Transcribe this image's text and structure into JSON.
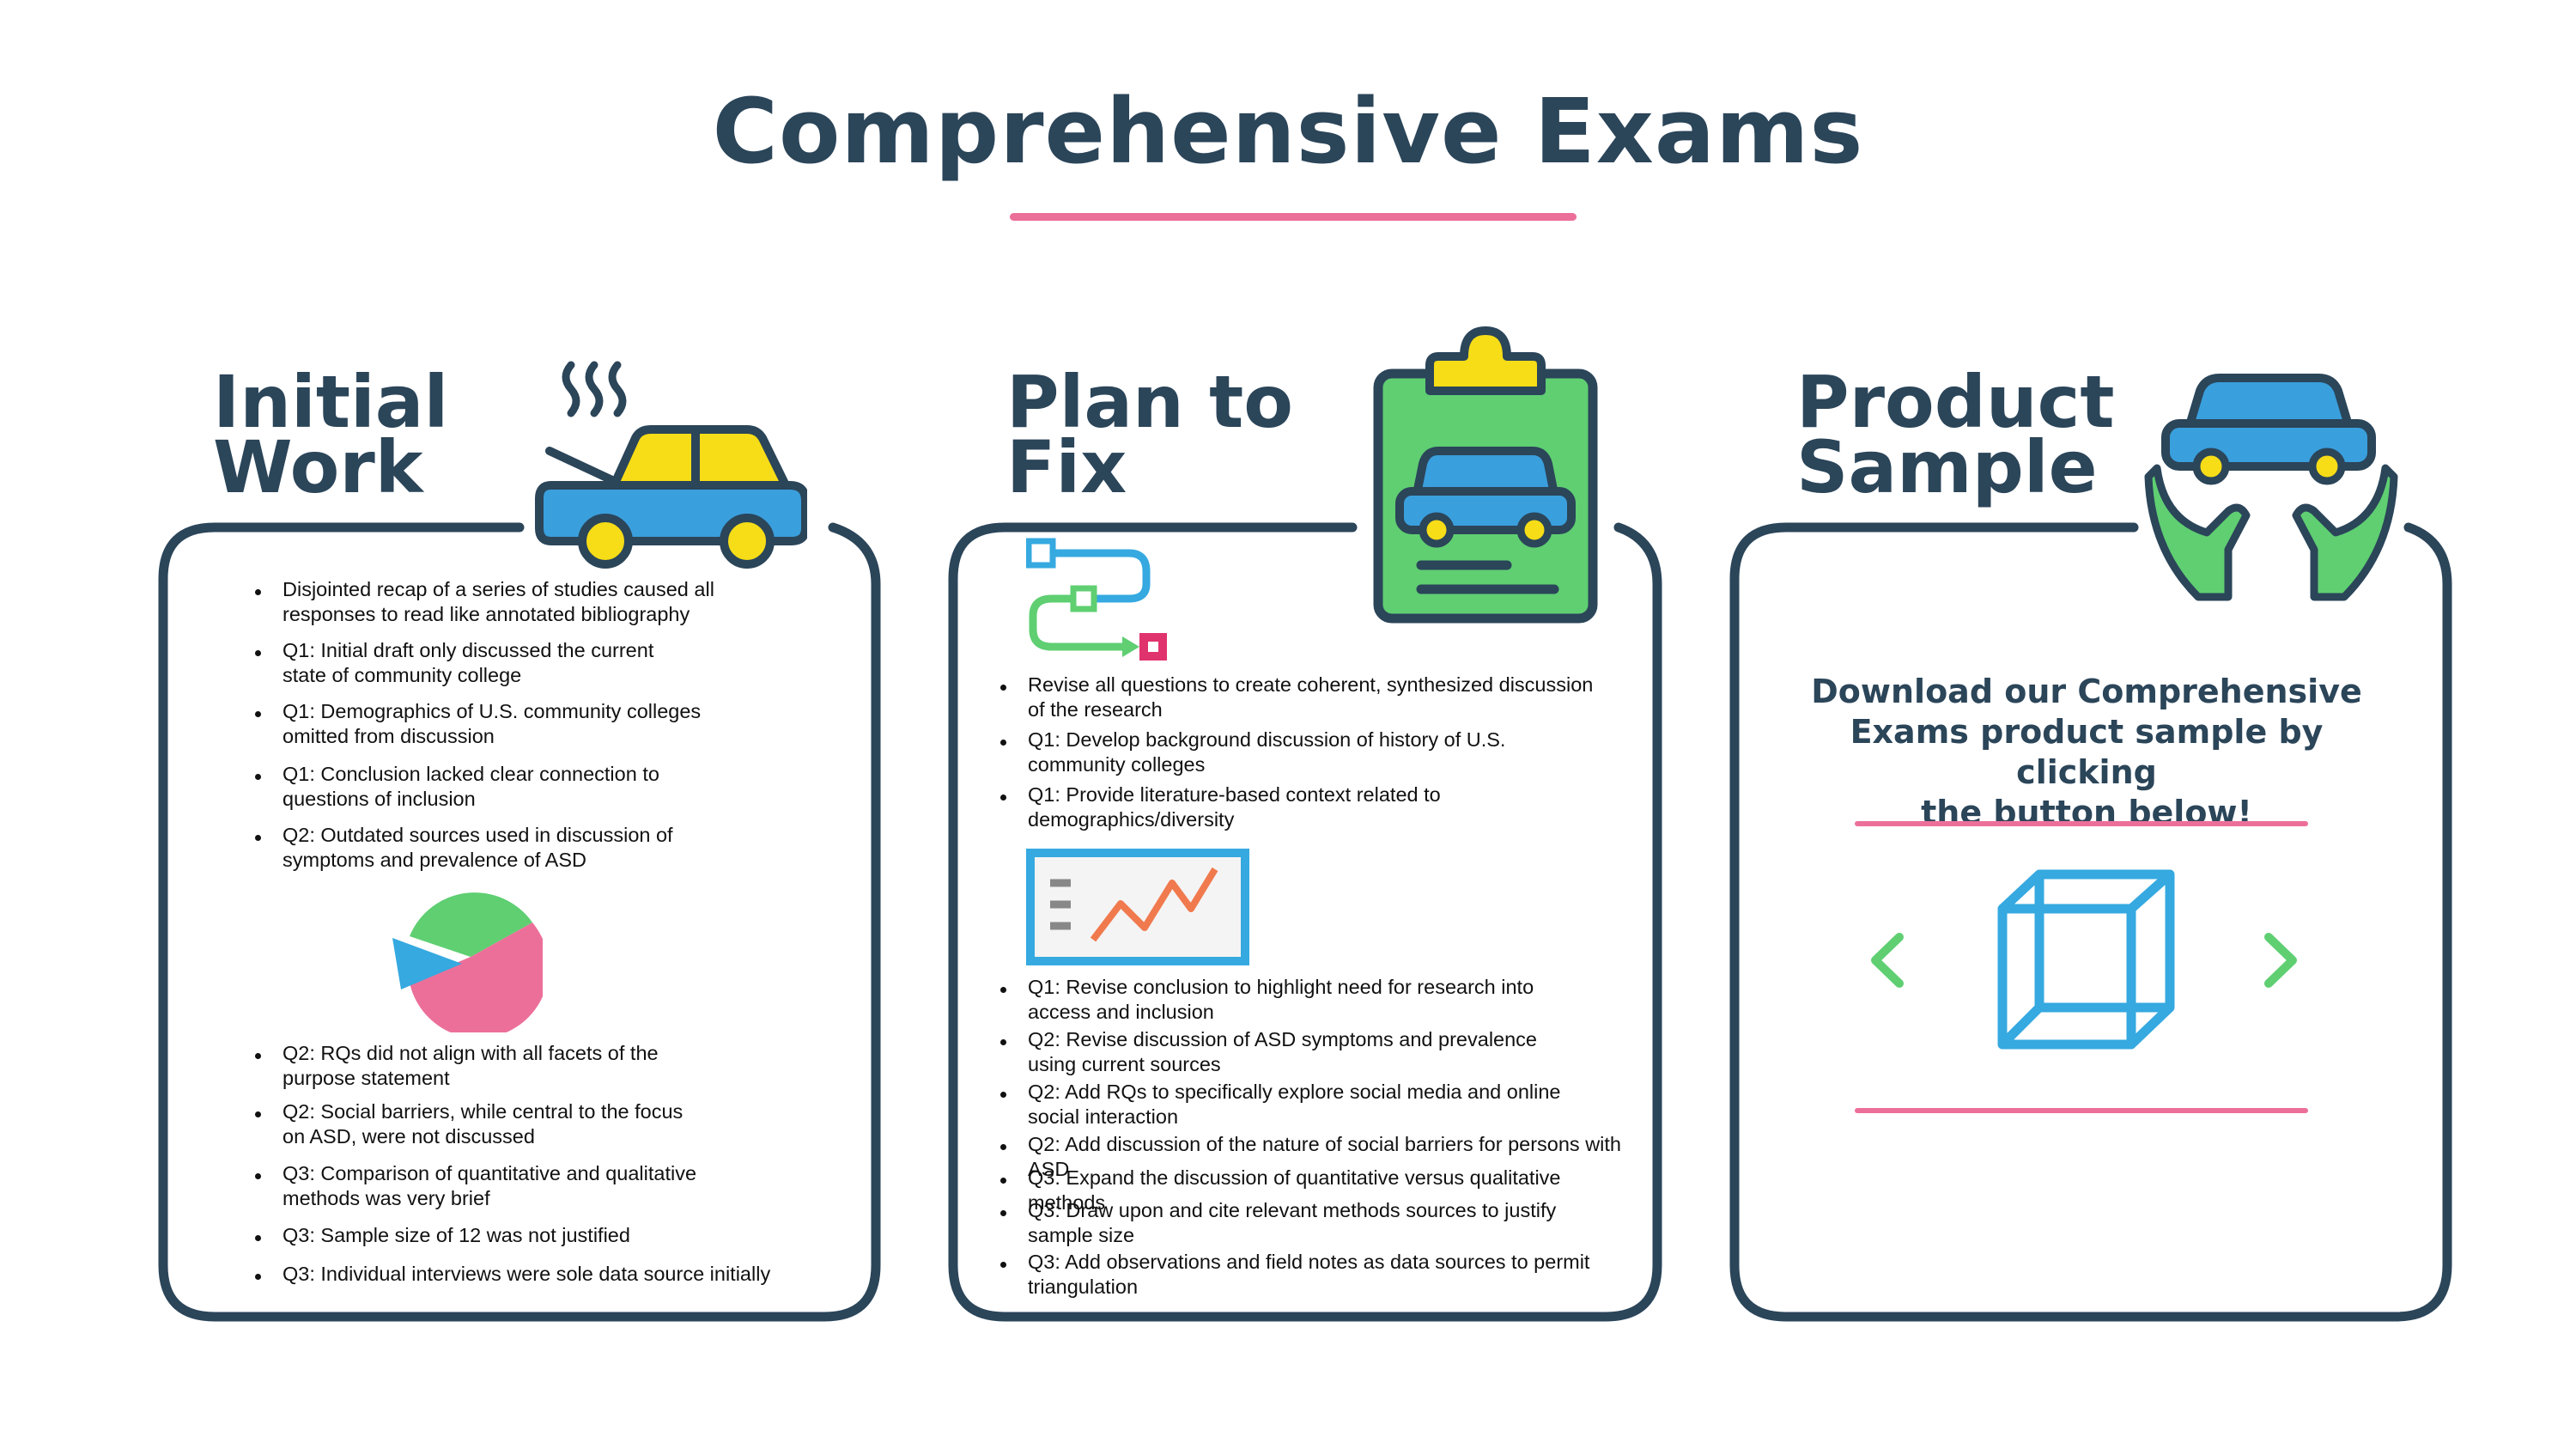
{
  "title": "Comprehensive Exams",
  "colors": {
    "navy": "#2b4559",
    "pink": "#ec6f9a",
    "green": "#5fcf72",
    "blue": "#3a9fdd",
    "yellow": "#f6dd17"
  },
  "columns": [
    {
      "heading": "Initial\nWork",
      "icon": "overheating-car-icon",
      "bullets": [
        "Disjointed recap of a series of studies caused all\nresponses to read like annotated bibliography",
        "Q1: Initial draft only discussed the current\nstate of community college",
        "Q1: Demographics of U.S. community colleges\nomitted from discussion",
        "Q1: Conclusion lacked clear connection to\nquestions of inclusion",
        "Q2: Outdated sources used in discussion of\nsymptoms and prevalence of ASD",
        "Q2: RQs did not align with all facets of the\npurpose statement",
        "Q2: Social barriers, while central to the focus\non ASD, were not discussed",
        "Q3: Comparison of quantitative and qualitative\nmethods was very brief",
        "Q3: Sample size of 12 was not justified",
        "Q3: Individual interviews were sole data source initially"
      ],
      "inline_icon": "pie-chart-icon"
    },
    {
      "heading": "Plan to\nFix",
      "icon": "clipboard-car-icon",
      "inline_icons": [
        "workflow-arrows-icon",
        "line-chart-icon"
      ],
      "bullets": [
        "Revise all questions to create coherent, synthesized discussion\nof the research",
        "Q1: Develop background discussion of history of U.S.\ncommunity colleges",
        "Q1: Provide literature-based context related to\ndemographics/diversity",
        "Q1: Revise conclusion to highlight need for research into\naccess and inclusion",
        "Q2: Revise discussion of ASD symptoms and prevalence\nusing current sources",
        "Q2: Add RQs to specifically explore social media and online\nsocial interaction",
        "Q2: Add discussion of the nature of social barriers for persons with ASD",
        "Q3: Expand the discussion of quantitative versus qualitative methods",
        "Q3: Draw upon and cite relevant methods sources to justify\nsample size",
        "Q3: Add observations and field notes as data sources to permit\ntriangulation"
      ]
    },
    {
      "heading": "Product\nSample",
      "icon": "hands-holding-car-icon",
      "download_text": "Download our Comprehensive\nExams product sample by clicking\nthe button below!",
      "center_icon": "cube-icon",
      "prev_icon": "chevron-left-icon",
      "next_icon": "chevron-right-icon"
    }
  ]
}
